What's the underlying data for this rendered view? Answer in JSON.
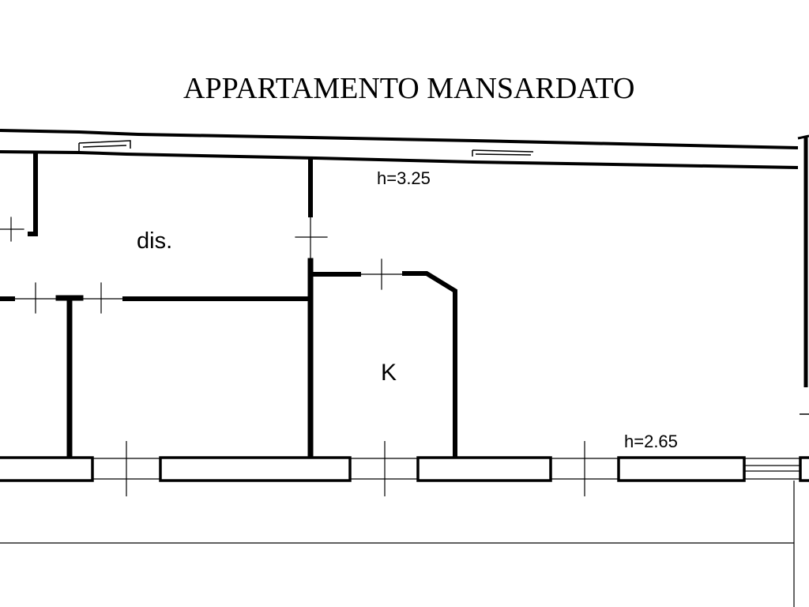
{
  "title": "APPARTAMENTO MANSARDATO",
  "rooms": [
    {
      "id": "dis",
      "label": "dis."
    },
    {
      "id": "kitchen",
      "label": "K"
    }
  ],
  "heights": [
    {
      "id": "high",
      "label": "h=3.25"
    },
    {
      "id": "low",
      "label": "h=2.65"
    }
  ],
  "colors": {
    "line": "#000000",
    "background": "#ffffff"
  }
}
